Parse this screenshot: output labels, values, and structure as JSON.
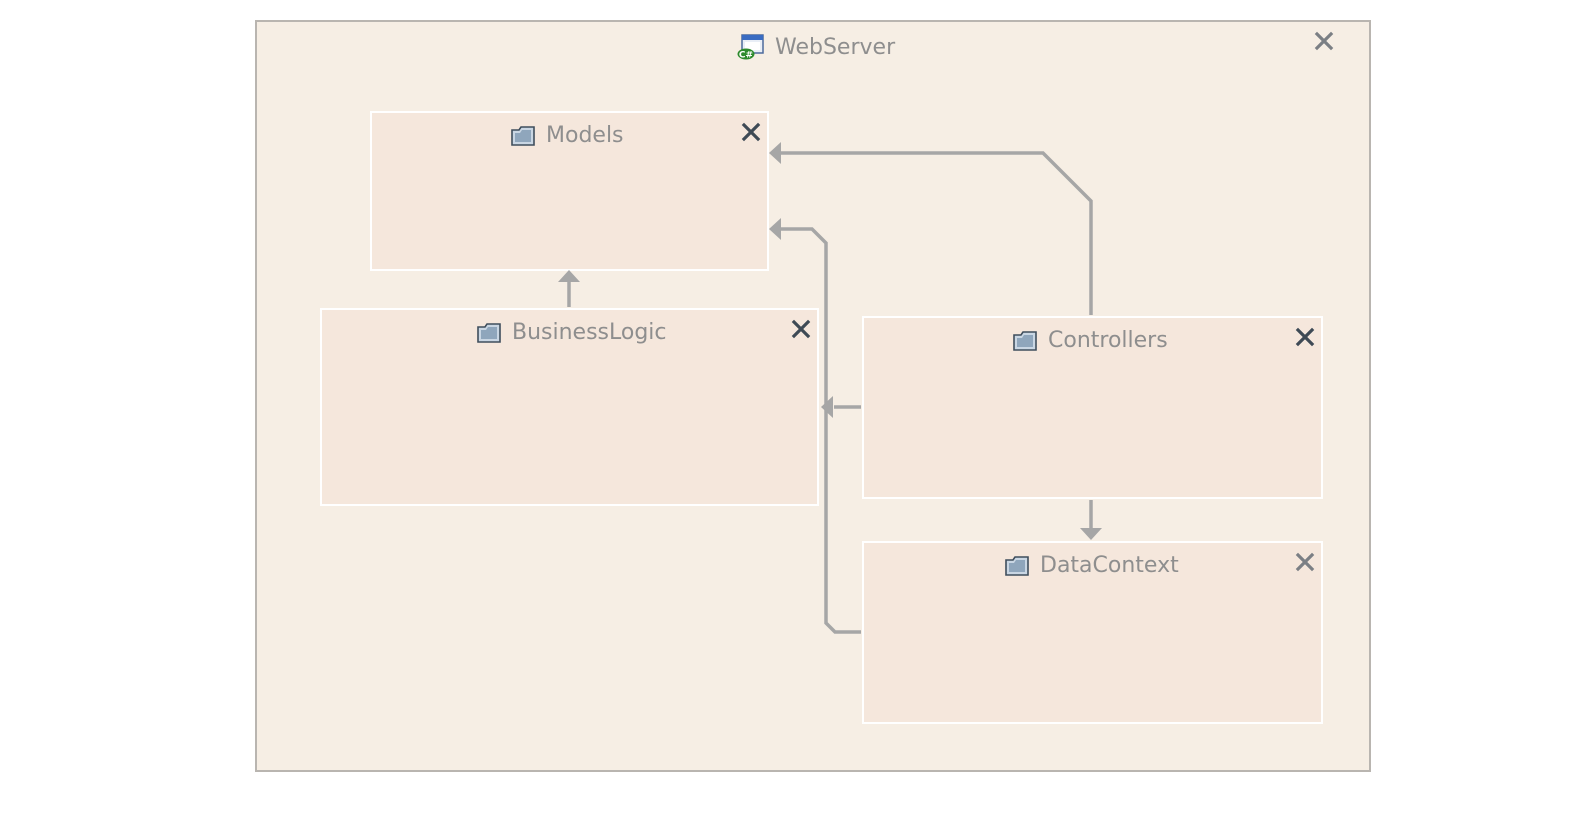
{
  "container": {
    "label": "WebServer",
    "icon": "csharp-project-icon"
  },
  "groups": {
    "models": {
      "label": "Models",
      "icon": "folder-icon"
    },
    "business_logic": {
      "label": "BusinessLogic",
      "icon": "folder-icon"
    },
    "controllers": {
      "label": "Controllers",
      "icon": "folder-icon"
    },
    "data_context": {
      "label": "DataContext",
      "icon": "folder-icon"
    }
  },
  "dependencies": [
    {
      "from": "Controllers",
      "to": "Models"
    },
    {
      "from": "DataContext",
      "to": "Models"
    },
    {
      "from": "BusinessLogic",
      "to": "Models"
    },
    {
      "from": "Controllers",
      "to": "BusinessLogic"
    },
    {
      "from": "Controllers",
      "to": "DataContext"
    }
  ],
  "colors": {
    "container_bg": "#f6eee4",
    "group_bg": "#f5e7dc",
    "connector": "#a6a6a6",
    "label": "#8e8e8e",
    "close_dark": "#3e4a55",
    "close_light": "#7b7f84"
  }
}
